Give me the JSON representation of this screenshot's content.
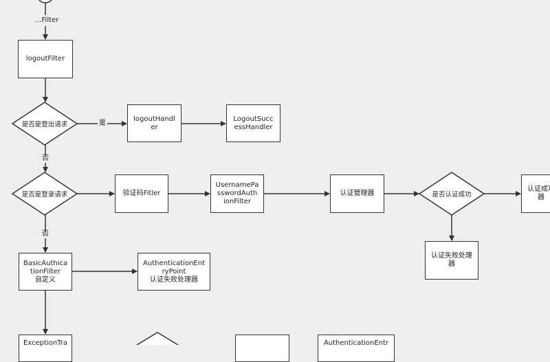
{
  "edge_labels": {
    "filter": "...Filter",
    "yes_logout": "是",
    "no_logout": "否",
    "no_login": "否"
  },
  "nodes": {
    "logout_filter": "logoutFilter",
    "is_logout": "是否是登出请求",
    "logout_handler": "logoutHandl\ner",
    "logout_success_handler": "LogoutSucc\nessHandler",
    "is_login": "是否是登录请求",
    "captcha_filter": "验证码Fitler",
    "upaf": "UsernamePa\nsswordAuth\nionFilter",
    "auth_manager": "认证管理器",
    "is_auth_success": "是否认证成功",
    "auth_success_handler": "认证成功\n器",
    "auth_fail_handler": "认证失败处理\n器",
    "basic_filter": "BasicAuthica\ntionFilter\n自定义",
    "entry_point": "AuthenticationEnt\nryPoint\n认证失败处理器",
    "exception_filter": "ExceptionTra",
    "auth_entry_bottom": "AuthenticationEntr"
  }
}
